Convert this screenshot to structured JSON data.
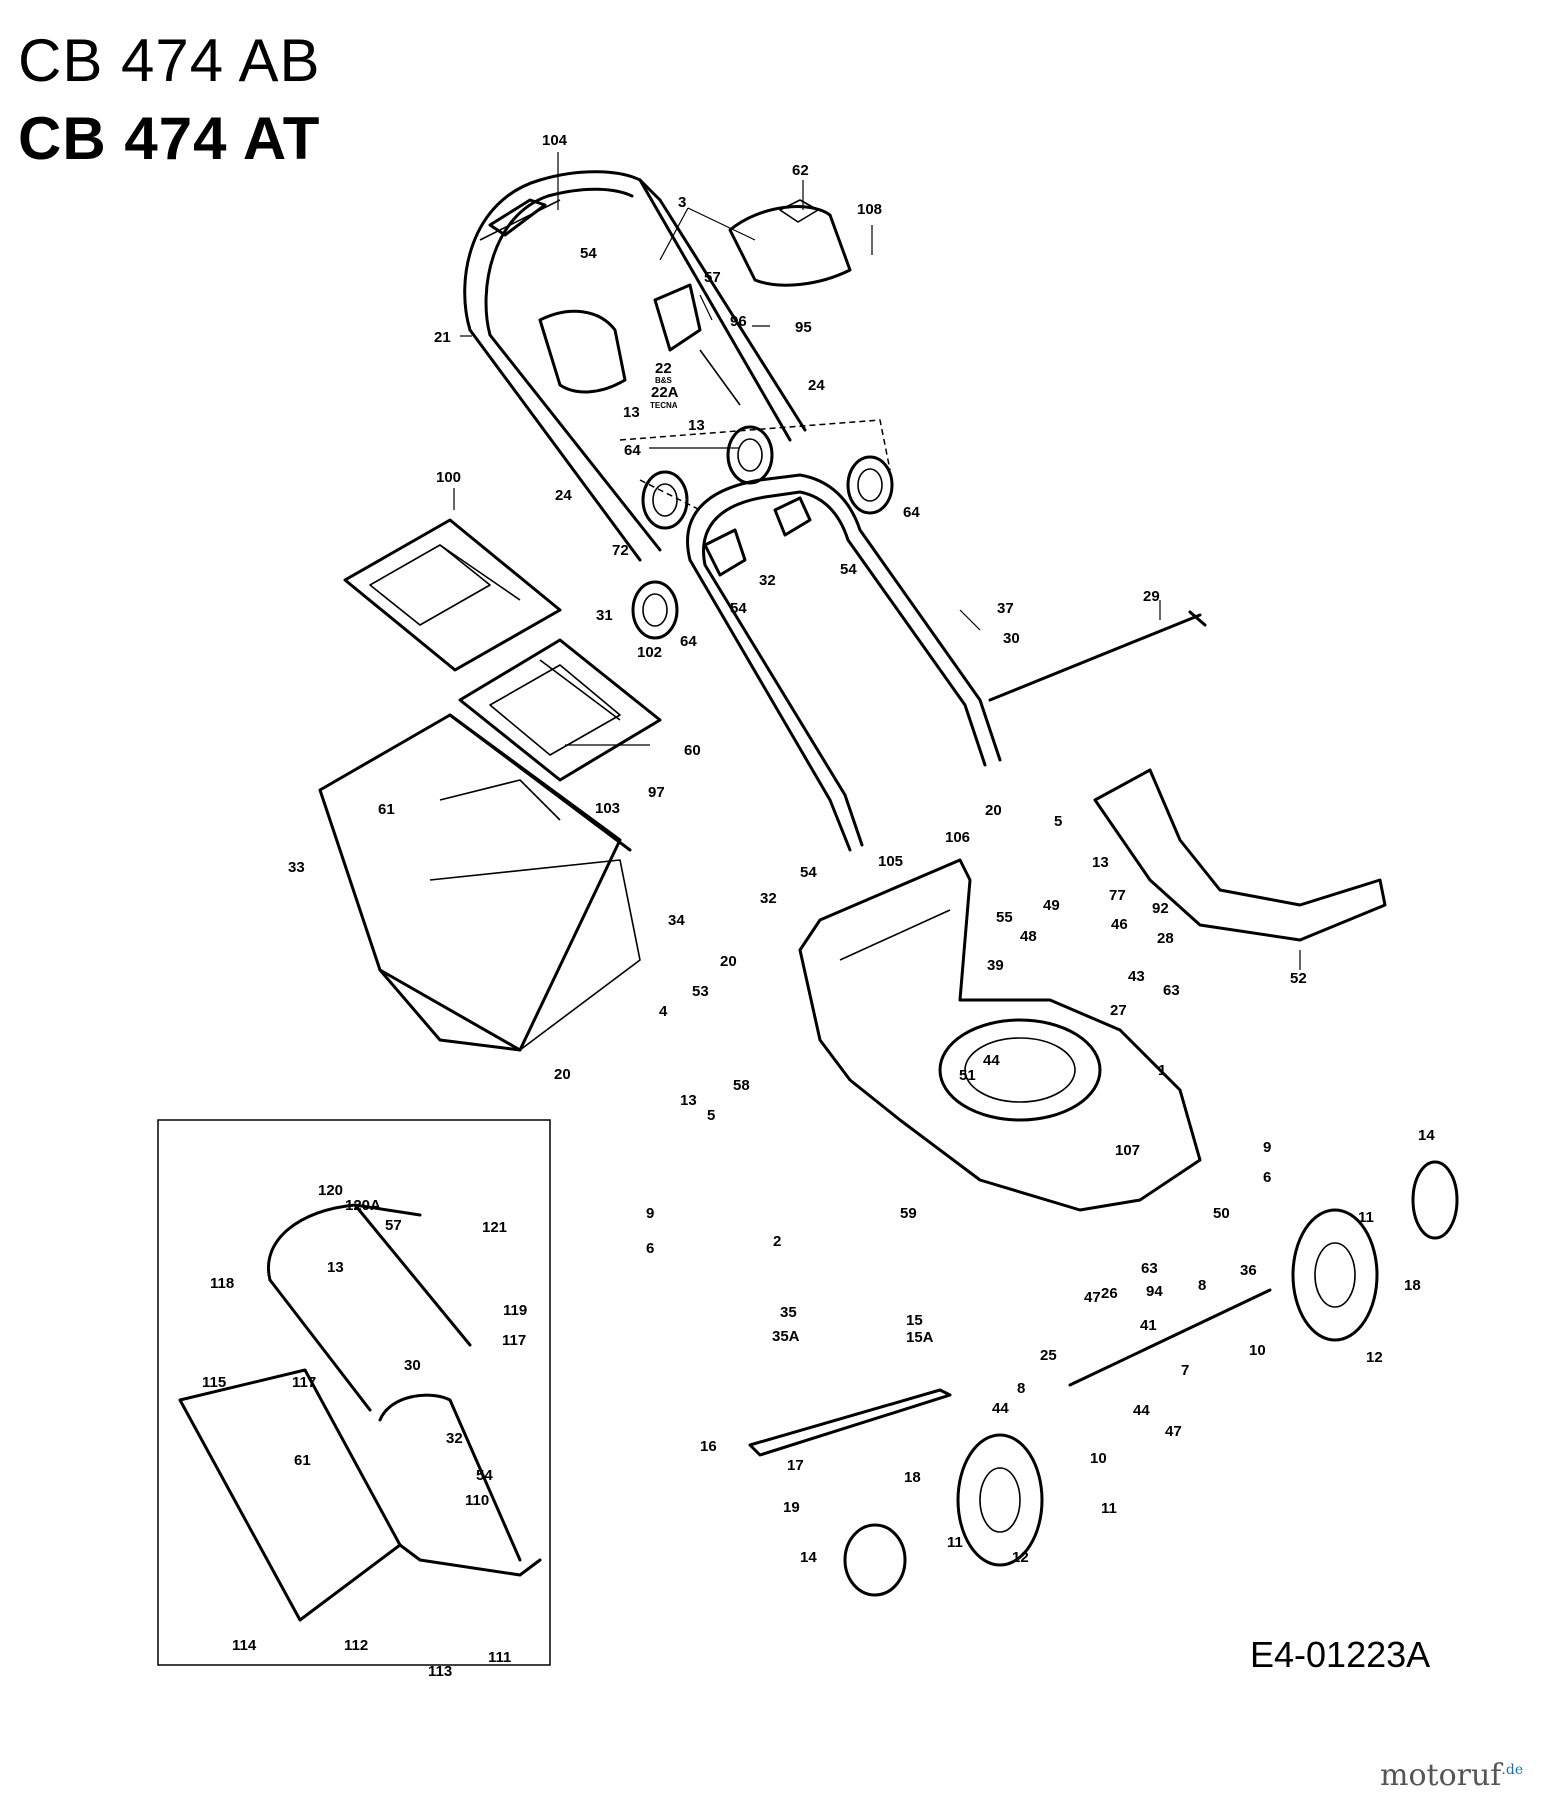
{
  "header": {
    "model_1": "CB 474 AB",
    "model_2": "CB 474 AT"
  },
  "diagram_code": "E4-01223A",
  "watermark": {
    "main": "motoruf",
    "tld": ".de"
  },
  "callouts": [
    "104",
    "62",
    "3",
    "108",
    "54",
    "57",
    "96",
    "95",
    "21",
    "22",
    "22A",
    "13",
    "13",
    "24",
    "64",
    "64",
    "100",
    "24",
    "72",
    "32",
    "54",
    "54",
    "64",
    "37",
    "29",
    "30",
    "31",
    "102",
    "60",
    "97",
    "103",
    "61",
    "33",
    "20",
    "5",
    "13",
    "105",
    "106",
    "55",
    "49",
    "77",
    "92",
    "46",
    "28",
    "32",
    "54",
    "48",
    "34",
    "39",
    "43",
    "63",
    "27",
    "52",
    "20",
    "53",
    "4",
    "44",
    "51",
    "1",
    "58",
    "13",
    "5",
    "20",
    "9",
    "6",
    "107",
    "14",
    "59",
    "120A",
    "120",
    "121",
    "57",
    "118",
    "13",
    "119",
    "117",
    "9",
    "6",
    "2",
    "50",
    "63",
    "11",
    "18",
    "94",
    "8",
    "36",
    "26",
    "47",
    "41",
    "10",
    "15",
    "15A",
    "35",
    "35A",
    "25",
    "7",
    "12",
    "8",
    "44",
    "44",
    "47",
    "115",
    "117",
    "30",
    "16",
    "17",
    "10",
    "32",
    "54",
    "61",
    "11",
    "18",
    "19",
    "11",
    "12",
    "110",
    "14",
    "114",
    "112",
    "111",
    "113"
  ],
  "callout_small": {
    "bs": "B&S",
    "tecna": "TECNA"
  },
  "icons": [
    "lawnmower-exploded-view"
  ]
}
